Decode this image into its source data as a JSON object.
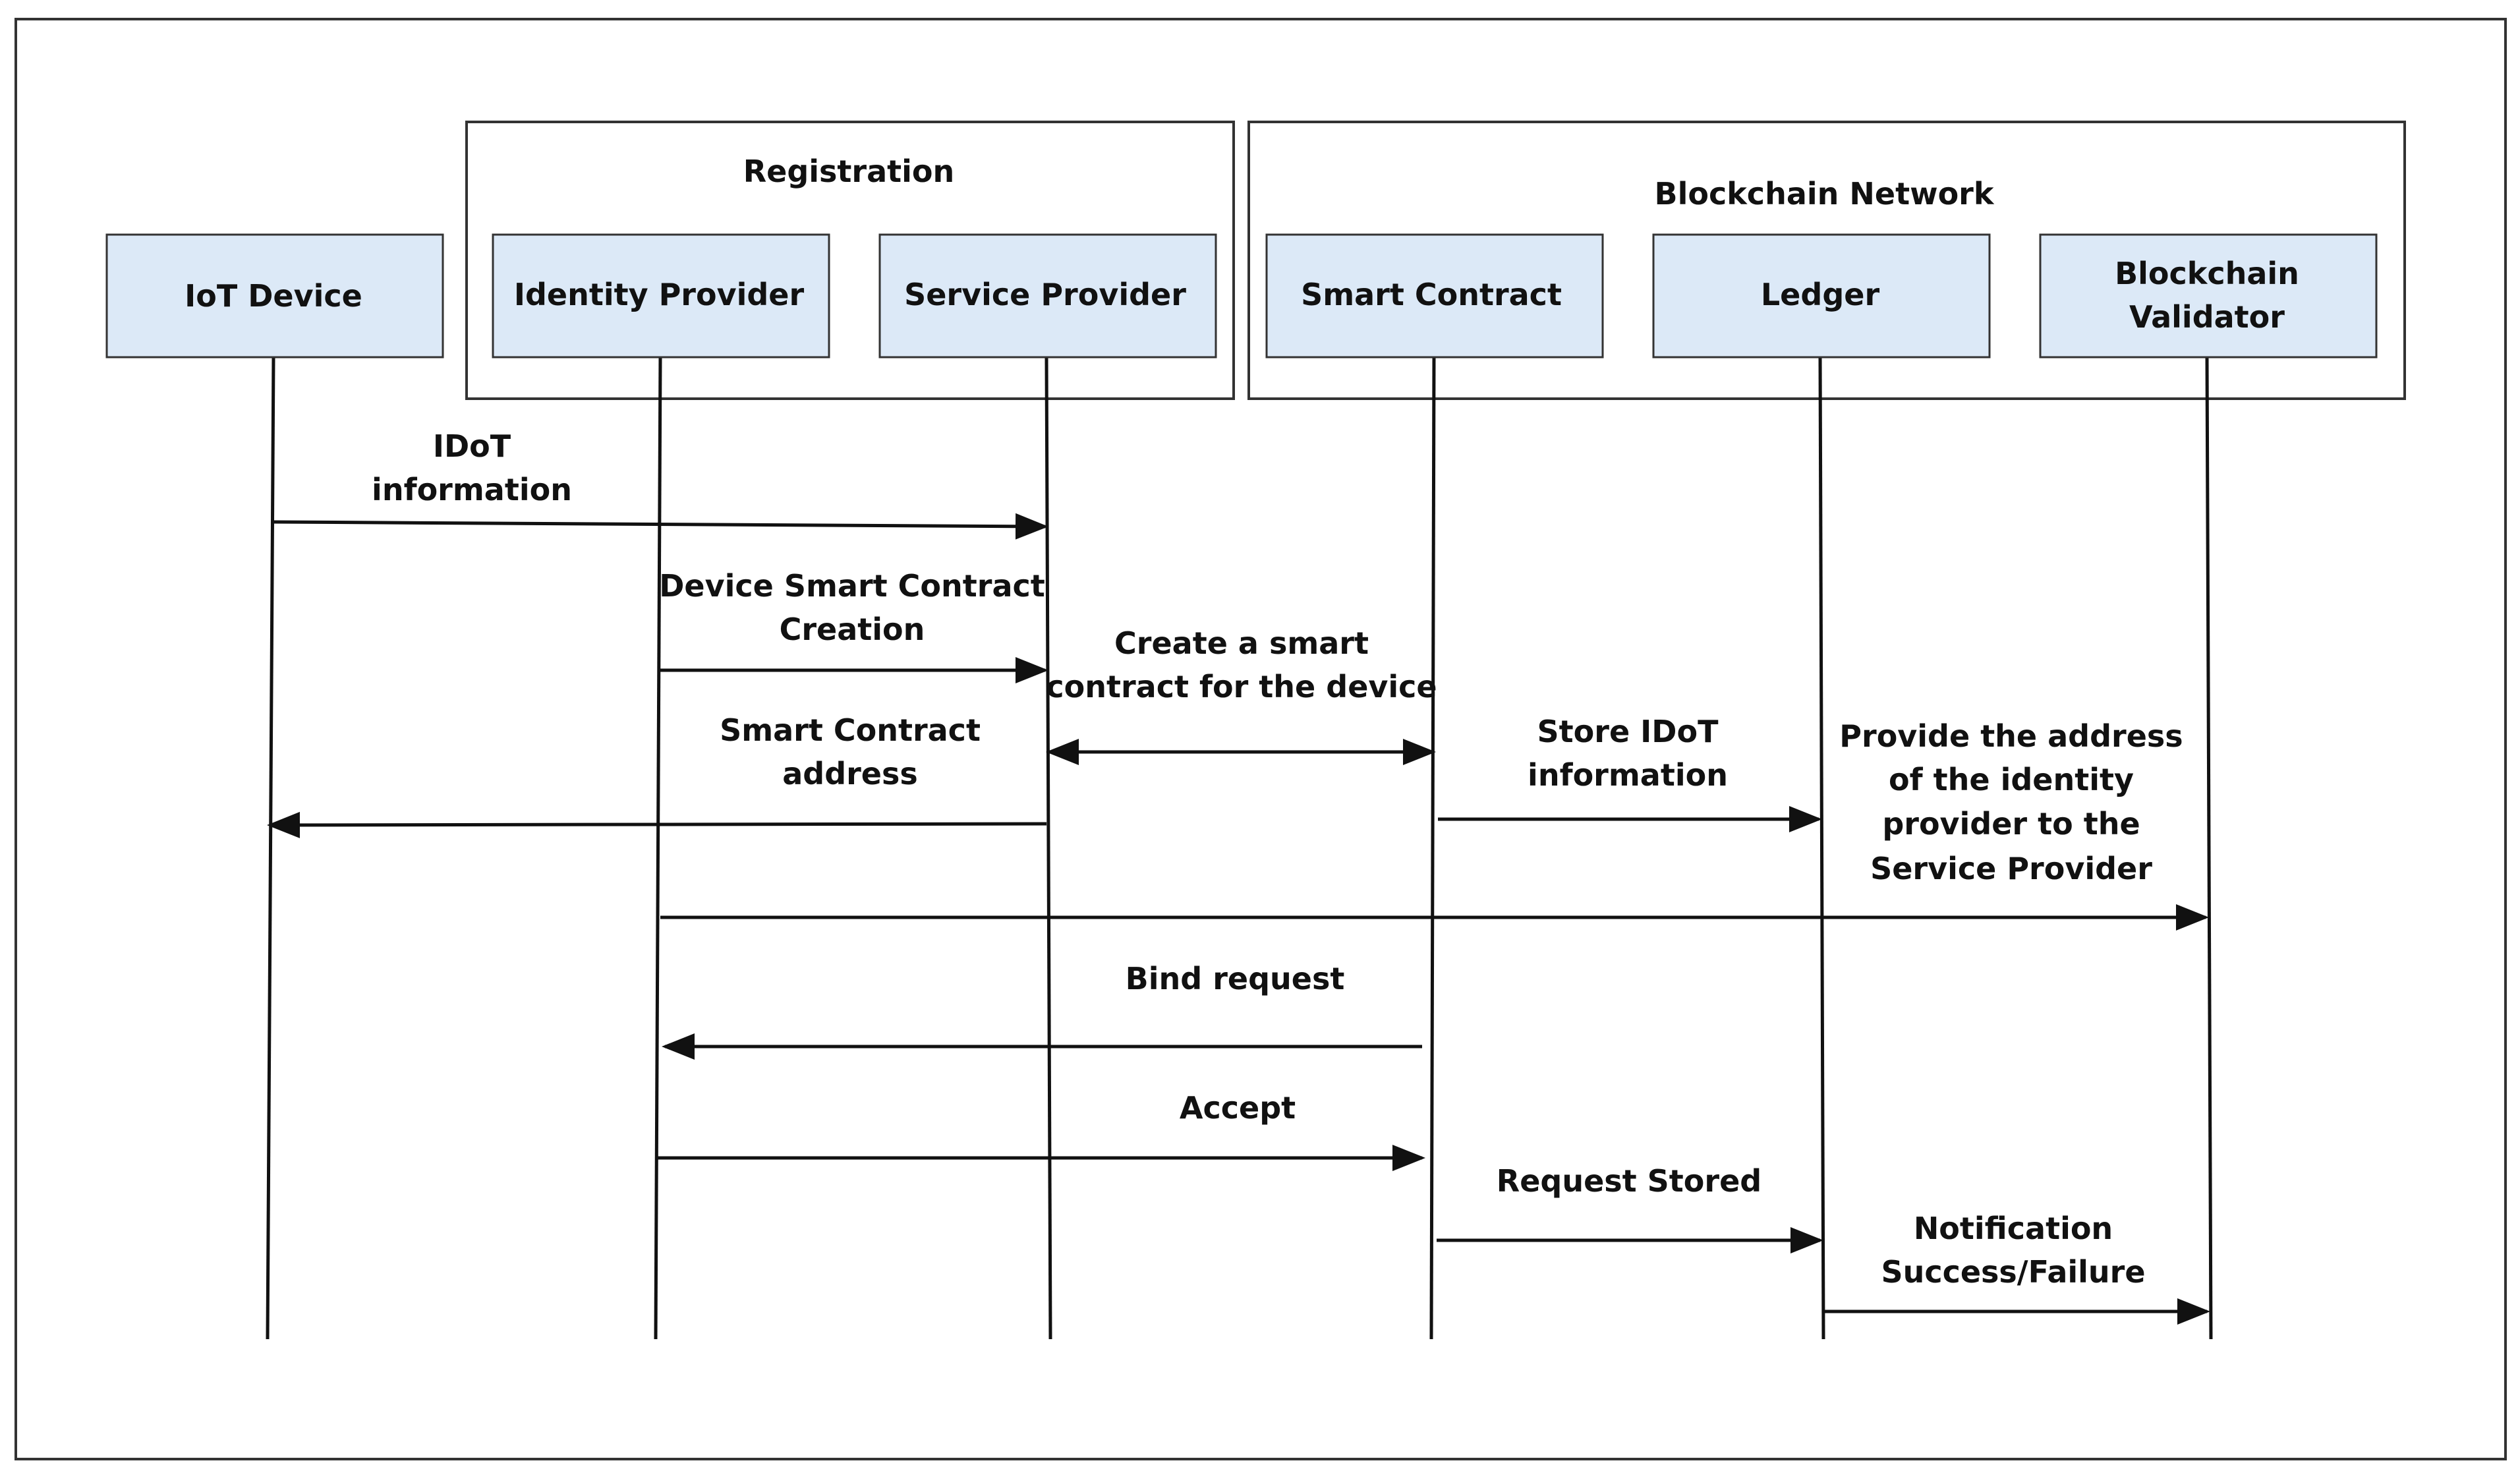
{
  "groups": {
    "registration": "Registration",
    "blockchain_network": "Blockchain Network"
  },
  "participants": {
    "iot_device": "IoT Device",
    "identity_provider": "Identity Provider",
    "service_provider": "Service Provider",
    "smart_contract": "Smart Contract",
    "ledger": "Ledger",
    "validator_line1": "Blockchain",
    "validator_line2": "Validator"
  },
  "messages": {
    "idot_info_1": "IDoT",
    "idot_info_2": "information",
    "device_sc_creation_1": "Device Smart Contract",
    "device_sc_creation_2": "Creation",
    "create_sc_1": "Create a smart",
    "create_sc_2": "contract for the device",
    "sc_address_1": "Smart Contract",
    "sc_address_2": "address",
    "store_idot_1": "Store IDoT",
    "store_idot_2": "information",
    "provide_address_1": "Provide the address",
    "provide_address_2": "of the identity",
    "provide_address_3": "provider to the",
    "provide_address_4": "Service Provider",
    "bind_request": "Bind request",
    "accept": "Accept",
    "request_stored": "Request Stored",
    "notification_1": "Notification",
    "notification_2": "Success/Failure"
  },
  "colors": {
    "participant_fill": "#dce9f7",
    "stroke": "#111111"
  }
}
